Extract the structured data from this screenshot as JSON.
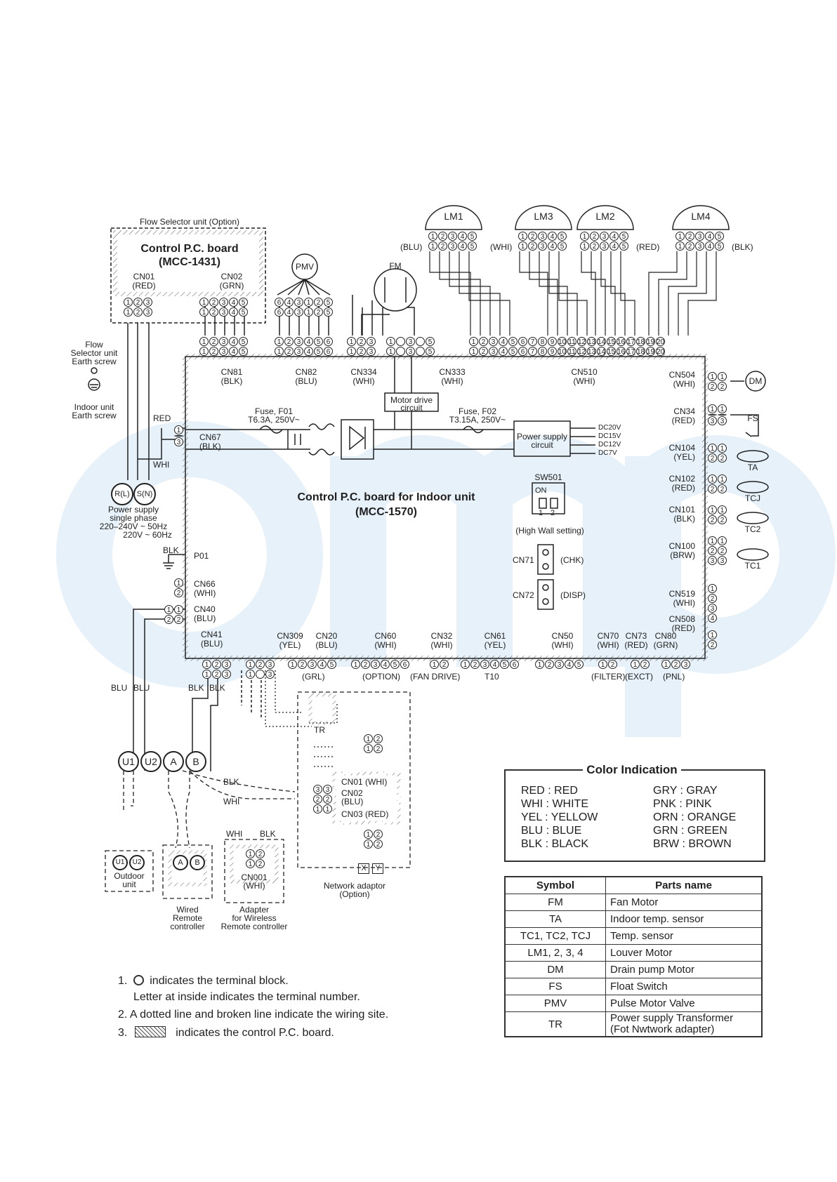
{
  "flow_selector": {
    "title": "Flow Selector unit (Option)",
    "board": "Control P.C. board",
    "board_model": "(MCC-1431)",
    "cn01": "CN01",
    "cn01_color": "(RED)",
    "cn02": "CN02",
    "cn02_color": "(GRN)"
  },
  "earth": {
    "flow_selector_screw": [
      "Flow",
      "Selector unit",
      "Earth screw"
    ],
    "indoor_screw": [
      "Indoor unit",
      "Earth screw"
    ]
  },
  "power": {
    "terminals": [
      "R(L)",
      "S(N)"
    ],
    "label": [
      "Power supply",
      "single phase",
      "220–240V ~ 50Hz",
      "220V ~ 60Hz"
    ],
    "wire_red": "RED",
    "wire_whi": "WHI",
    "wire_blk": "BLK"
  },
  "louvers": [
    {
      "name": "LM1",
      "color": "(BLU)"
    },
    {
      "name": "LM3",
      "color": "(WHI)"
    },
    {
      "name": "LM2",
      "color": "(RED)"
    },
    {
      "name": "LM4",
      "color": "(BLK)"
    }
  ],
  "pmv": "PMV",
  "fm": "FM",
  "main_board": {
    "title": "Control P.C. board for Indoor unit",
    "model": "(MCC-1570)",
    "motor_drive": [
      "Motor drive",
      "circuit"
    ],
    "fuse1": [
      "Fuse, F01",
      "T6.3A, 250V~"
    ],
    "fuse2": [
      "Fuse, F02",
      "T3.15A, 250V~"
    ],
    "power_supply_circuit": [
      "Power supply",
      "circuit"
    ],
    "dc": [
      "DC20V",
      "DC15V",
      "DC12V",
      "DC7V"
    ],
    "sw501": "SW501",
    "sw_on": "ON",
    "sw_nums": [
      "1",
      "2"
    ],
    "sw_note": "(High Wall setting)",
    "cn71": "CN71",
    "cn71_note": "(CHK)",
    "cn72": "CN72",
    "cn72_note": "(DISP)",
    "p01": "P01"
  },
  "top_connectors": [
    {
      "name": "CN81",
      "color": "(BLK)"
    },
    {
      "name": "CN82",
      "color": "(BLU)"
    },
    {
      "name": "CN334",
      "color": "(WHI)"
    },
    {
      "name": "CN333",
      "color": "(WHI)"
    },
    {
      "name": "CN510",
      "color": "(WHI)"
    }
  ],
  "left_connectors": [
    {
      "name": "CN67",
      "color": "(BLK)"
    },
    {
      "name": "CN66",
      "color": "(WHI)"
    },
    {
      "name": "CN40",
      "color": "(BLU)"
    },
    {
      "name": "CN41",
      "color": "(BLU)"
    }
  ],
  "right_connectors": [
    {
      "name": "CN504",
      "color": "(WHI)",
      "part": "DM"
    },
    {
      "name": "CN34",
      "color": "(RED)",
      "part": "FS"
    },
    {
      "name": "CN104",
      "color": "(YEL)",
      "part": "TA"
    },
    {
      "name": "CN102",
      "color": "(RED)",
      "part": "TCJ"
    },
    {
      "name": "CN101",
      "color": "(BLK)",
      "part": "TC2"
    },
    {
      "name": "CN100",
      "color": "(BRW)",
      "part": "TC1"
    },
    {
      "name": "CN519",
      "color": "(WHI)",
      "part": ""
    },
    {
      "name": "CN508",
      "color": "(RED)",
      "part": ""
    }
  ],
  "bottom_connectors": [
    {
      "name": "CN309",
      "color": "(YEL)"
    },
    {
      "name": "CN20",
      "color": "(BLU)"
    },
    {
      "name": "CN60",
      "color": "(WHI)"
    },
    {
      "name": "CN32",
      "color": "(WHI)"
    },
    {
      "name": "CN61",
      "color": "(YEL)"
    },
    {
      "name": "CN50",
      "color": "(WHI)"
    },
    {
      "name": "CN70",
      "color": "(WHI)"
    },
    {
      "name": "CN73",
      "color": "(RED)"
    },
    {
      "name": "CN80",
      "color": "(GRN)"
    }
  ],
  "bottom_labels": [
    "(GRL)",
    "(OPTION)",
    "(FAN DRIVE)",
    "T10",
    "(FILTER)",
    "(EXCT)",
    "(PNL)"
  ],
  "wires": {
    "blu": "BLU",
    "blk": "BLK",
    "whi": "WHI"
  },
  "terminal_block": [
    "U1",
    "U2",
    "A",
    "B"
  ],
  "outdoor": {
    "terminals": [
      "U1",
      "U2"
    ],
    "label": [
      "Outdoor",
      "unit"
    ]
  },
  "wired_remote": {
    "terminals": [
      "A",
      "B"
    ],
    "label": [
      "Wired",
      "Remote",
      "controller"
    ]
  },
  "wireless_adapter": {
    "cn": "CN001",
    "color": "(WHI)",
    "label": [
      "Adapter",
      "for Wireless",
      "Remote controller"
    ]
  },
  "network_adaptor": {
    "tr": "TR",
    "cn01": "CN01 (WHI)",
    "cn02": "CN02",
    "cn02_color": "(BLU)",
    "cn03": "CN03 (RED)",
    "xy": [
      "X",
      "Y"
    ],
    "label": [
      "Network adaptor",
      "(Option)"
    ]
  },
  "color_indication": {
    "title": "Color Indication",
    "left": [
      "RED : RED",
      "WHI : WHITE",
      "YEL : YELLOW",
      "BLU : BLUE",
      "BLK : BLACK"
    ],
    "right": [
      "GRY : GRAY",
      "PNK : PINK",
      "ORN : ORANGE",
      "GRN : GREEN",
      "BRW : BROWN"
    ]
  },
  "parts_table": {
    "headers": [
      "Symbol",
      "Parts name"
    ],
    "rows": [
      [
        "FM",
        "Fan Motor"
      ],
      [
        "TA",
        "Indoor temp. sensor"
      ],
      [
        "TC1, TC2, TCJ",
        "Temp. sensor"
      ],
      [
        "LM1, 2, 3, 4",
        "Louver Motor"
      ],
      [
        "DM",
        "Drain pump Motor"
      ],
      [
        "FS",
        "Float Switch"
      ],
      [
        "PMV",
        "Pulse Motor Valve"
      ],
      [
        "TR",
        "Power supply Transformer\n(Fot Nwtwork adapter)"
      ]
    ]
  },
  "notes": [
    "1.  indicates the terminal block.",
    "Letter at inside indicates the terminal number.",
    "2. A dotted line and broken line indicate the wiring site.",
    "3.  indicates the control P.C. board."
  ],
  "note_parts": {
    "n1a": "1.",
    "n1b": "indicates the terminal block.",
    "n1c": "Letter at inside indicates the terminal number.",
    "n2": "2. A dotted line and broken line indicate the wiring site.",
    "n3a": "3.",
    "n3b": "indicates the control P.C. board."
  }
}
